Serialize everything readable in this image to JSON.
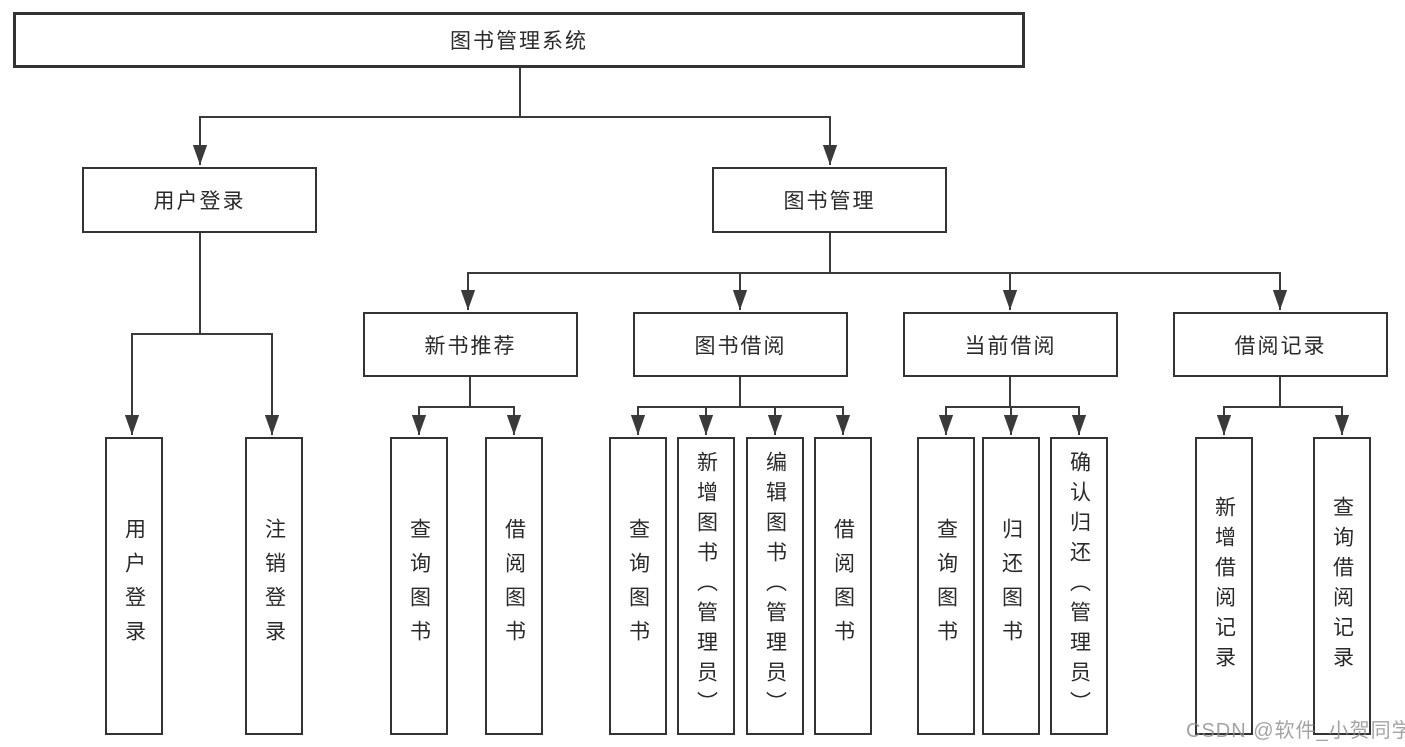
{
  "colors": {
    "line": "#3a3a3a",
    "box_border": "#333333",
    "text": "#2a2a2a",
    "watermark": "#8c8c8c",
    "background": "#ffffff"
  },
  "diagram": {
    "type": "hierarchy-tree",
    "root": "图书管理系统",
    "level2": {
      "user_login": "用户登录",
      "book_mgmt": "图书管理"
    },
    "level3": {
      "new_books": "新书推荐",
      "book_borrow": "图书借阅",
      "current_borrow": "当前借阅",
      "borrow_records": "借阅记录"
    },
    "leaves": {
      "user_login": "用户登录",
      "logout": "注销登录",
      "nb_query": "查询图书",
      "nb_borrow": "借阅图书",
      "bb_query": "查询图书",
      "bb_add": "新增图书（管理员）",
      "bb_edit": "编辑图书（管理员）",
      "bb_borrow": "借阅图书",
      "cb_query": "查询图书",
      "cb_return": "归还图书",
      "cb_confirm": "确认归还（管理员）",
      "br_add": "新增借阅记录",
      "br_query": "查询借阅记录"
    }
  },
  "watermark": "CSDN @软件_小贺同学"
}
